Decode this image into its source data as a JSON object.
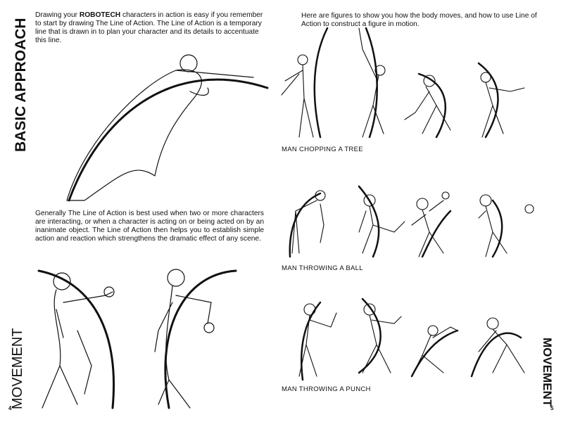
{
  "left_page": {
    "section_title": "BASIC APPROACH",
    "intro_pre": "Drawing your ",
    "intro_brand": "ROBOTECH",
    "intro_post": " characters in action is easy if you remember to start by drawing The Line of Action. The Line of Action is a temporary line that is drawn in to plan your character and its details to accentuate this line.",
    "paragraph2": "Generally The Line of Action is best used when two or more characters are interacting, or when a character is acting on or being acted on by an inanimate object. The Line of Action then helps you to establish simple action and reaction which strengthens the dramatic effect of any scene.",
    "side_title": "MOVEMENT",
    "page_number": "4"
  },
  "right_page": {
    "intro": "Here are figures to show you how the body moves, and how to use Line of Action to construct a figure in motion.",
    "captions": [
      "MAN CHOPPING A TREE",
      "MAN THROWING A BALL",
      "MAN THROWING A PUNCH"
    ],
    "side_title": "MOVEMENT",
    "page_number": "5"
  }
}
